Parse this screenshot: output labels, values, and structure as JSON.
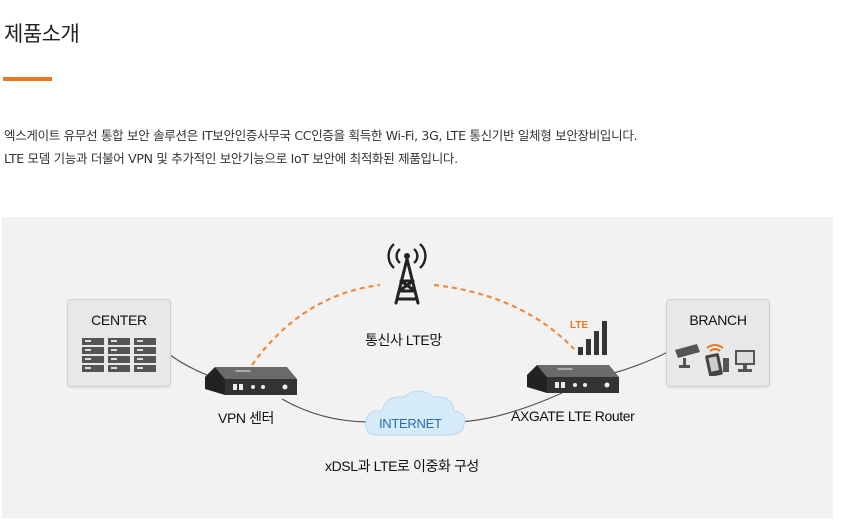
{
  "page": {
    "title": "제품소개",
    "accent_color": "#e87722",
    "description": [
      "엑스게이트 유무선 통합 보안 솔루션은 IT보안인증사무국 CC인증을 획득한 Wi-Fi, 3G, LTE 통신기반 일체형 보안장비입니다.",
      "LTE 모뎀 기능과 더불어 VPN 및 추가적인 보안기능으로 IoT 보안에 최적화된 제품입니다."
    ]
  },
  "diagram": {
    "center_box": {
      "label": "CENTER",
      "icon": "server-rack-icon"
    },
    "branch_box": {
      "label": "BRANCH",
      "icons": [
        "cctv-camera-icon",
        "mobile-device-icon",
        "desktop-computer-icon"
      ]
    },
    "tower": {
      "label": "통신사 LTE망",
      "icon": "cell-tower-icon"
    },
    "lte_badge": "LTE",
    "vpn_device_label": "VPN 센터",
    "router_label": "AXGATE LTE Router",
    "cloud_label": "INTERNET",
    "caption": "xDSL과 LTE로 이중화 구성",
    "colors": {
      "lte_link": "#f08a3c",
      "wired_link": "#555555",
      "cloud": "#d6ebfa",
      "cloud_text": "#2a6db0",
      "device": "#3a3a3a"
    }
  }
}
